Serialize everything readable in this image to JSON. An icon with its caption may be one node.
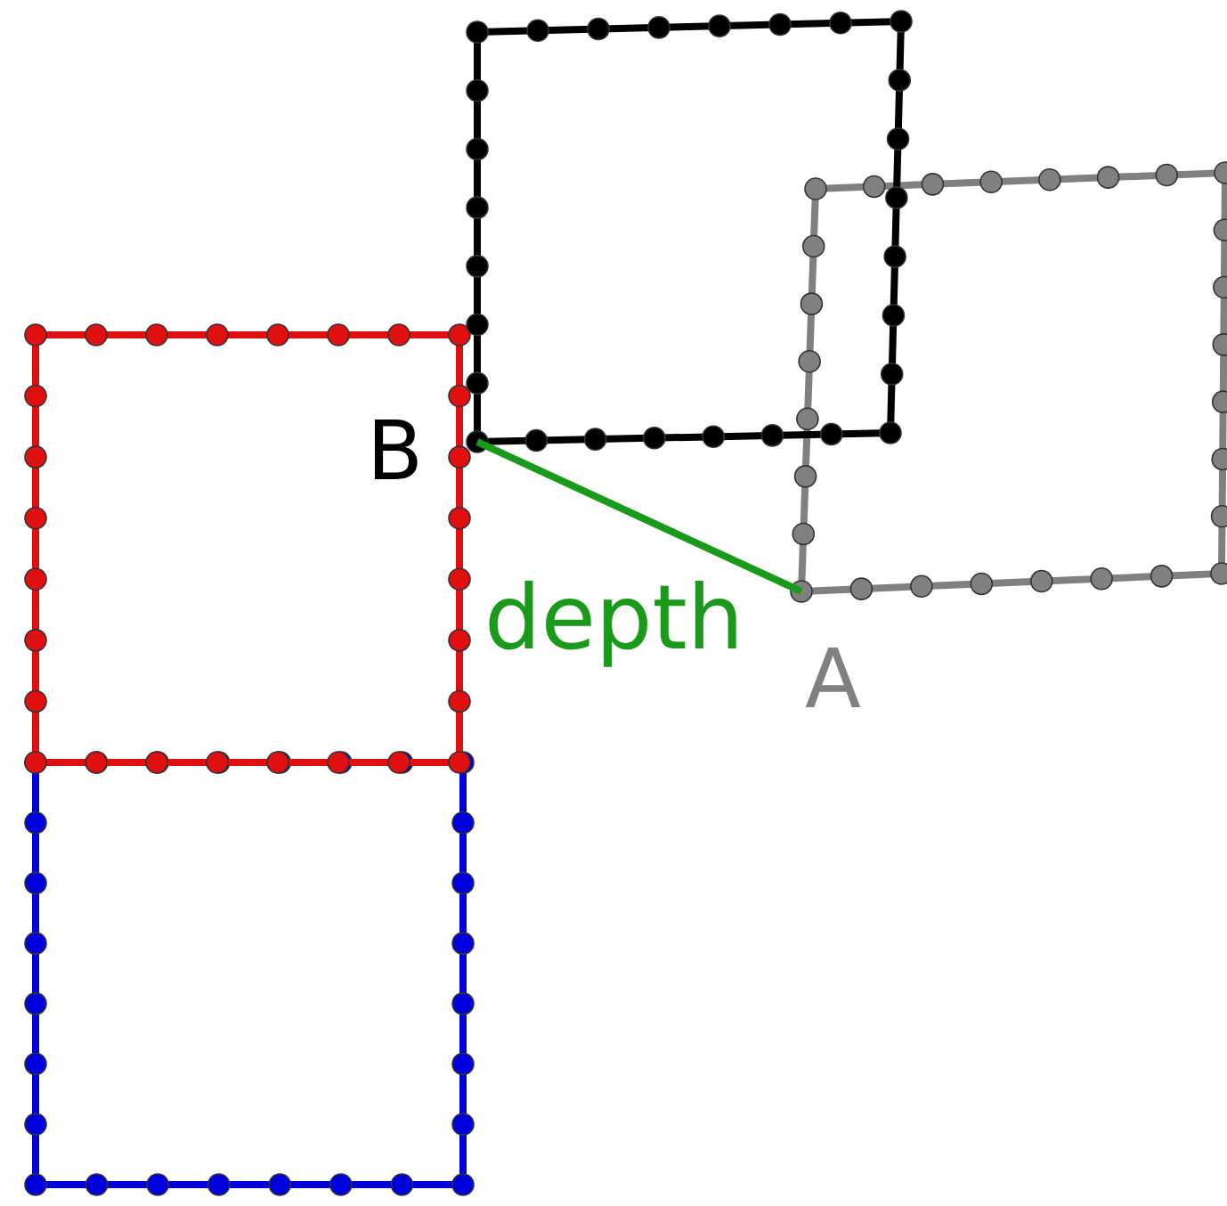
{
  "diagram": {
    "labels": [
      "B",
      "depth",
      "A"
    ]
  }
}
